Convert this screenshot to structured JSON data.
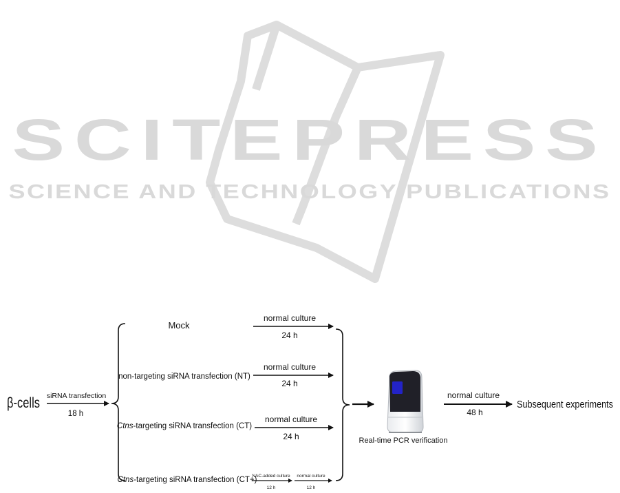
{
  "watermark": {
    "main": "SCITEPRESS",
    "sub": "SCIENCE AND TECHNOLOGY PUBLICATIONS",
    "color": "#d9d9d9"
  },
  "diagram": {
    "source": "β-cells",
    "transfection": {
      "label": "siRNA transfection",
      "time": "18 h"
    },
    "groups": [
      {
        "name": "Mock",
        "culture": "normal culture",
        "time": "24 h"
      },
      {
        "name": "non-targeting siRNA transfection (NT)",
        "culture": "normal culture",
        "time": "24 h"
      },
      {
        "name_italic": "Ctns",
        "name_rest": "-targeting siRNA transfection (CT)",
        "culture": "normal culture",
        "time": "24 h"
      },
      {
        "name_italic": "Ctns",
        "name_rest": "-targeting siRNA transfection (CT+)",
        "step1": {
          "label": "NAC-added culture",
          "time": "12 h"
        },
        "step2": {
          "label": "normal culture",
          "time": "12 h"
        }
      }
    ],
    "machine": {
      "label": "Real-time PCR verification",
      "screen_color": "#2323c8"
    },
    "final_step": {
      "label": "normal culture",
      "time": "48 h"
    },
    "result": "Subsequent experiments"
  }
}
